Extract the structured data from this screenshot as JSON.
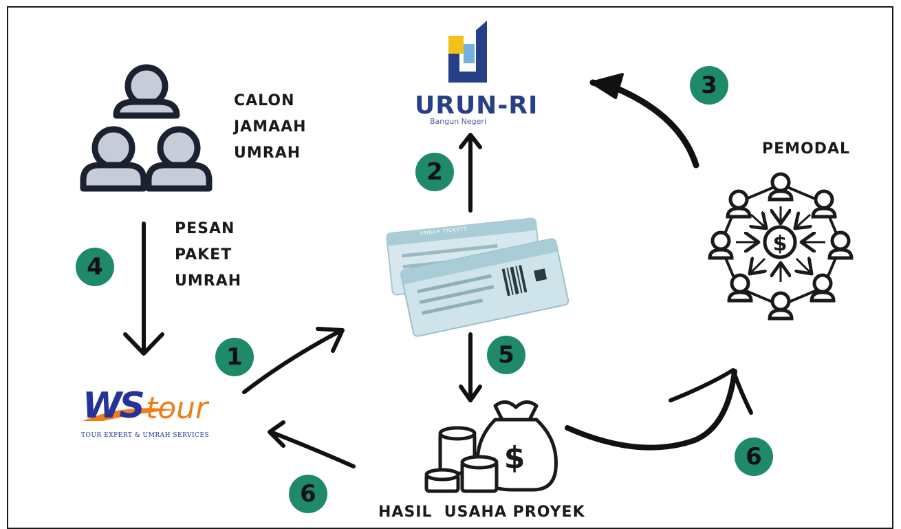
{
  "labels": {
    "calon": [
      "CALON",
      "JAMAAH",
      "UMRAH"
    ],
    "pesan": [
      "PESAN",
      "PAKET",
      "UMRAH"
    ],
    "pemodal": "PEMODAL",
    "hasil": "HASIL  USAHA PROYEK"
  },
  "logos": {
    "urun": {
      "name": "URUN-RI",
      "tagline": "Bangun Negeri"
    },
    "ws": {
      "main": "WS",
      "tour": "tour",
      "tagline": "TOUR EXPERT & UMRAH SERVICES"
    }
  },
  "tickets": {
    "header_text": "UMRAH TICKETS"
  },
  "steps": {
    "s1": "1",
    "s2": "2",
    "s3": "3",
    "s4": "4",
    "s5": "5",
    "s6a": "6",
    "s6b": "6"
  },
  "colors": {
    "step_badge": "#1e8a6a",
    "urun_blue": "#263f86",
    "urun_yellow": "#f2c21b",
    "ws_blue": "#24329a",
    "ws_orange": "#f07d1a",
    "ticket": "#cfe4ea",
    "person_fill": "#c7cdd8",
    "stroke": "#1a1a1a"
  },
  "icons": [
    "people-group-icon",
    "urun-ri-logo",
    "ticket-icon",
    "crowdfunding-network-icon",
    "ws-tour-logo",
    "money-bag-icon",
    "coins-icon"
  ]
}
